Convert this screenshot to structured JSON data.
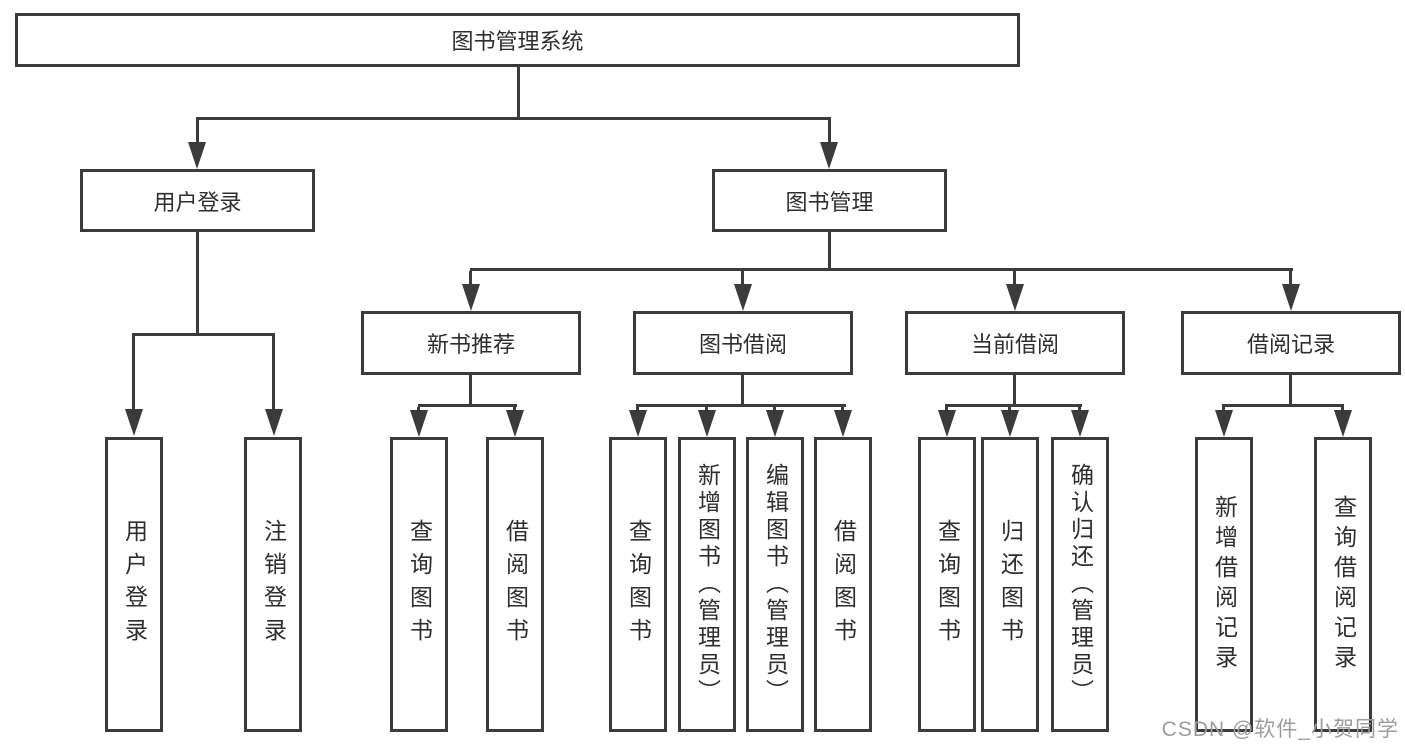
{
  "colors": {
    "line": "#3b3b3b",
    "text": "#2e2e2e",
    "watermark": "#9c9c9c",
    "background": "#ffffff"
  },
  "watermark": "CSDN @软件_小贺同学",
  "tree": {
    "root": "图书管理系统",
    "branches": [
      {
        "label": "用户登录",
        "children": [
          "用户登录",
          "注销登录"
        ]
      },
      {
        "label": "图书管理",
        "groups": [
          {
            "label": "新书推荐",
            "children": [
              "查询图书",
              "借阅图书"
            ]
          },
          {
            "label": "图书借阅",
            "children": [
              "查询图书",
              "新增图书（管理员）",
              "编辑图书（管理员）",
              "借阅图书"
            ]
          },
          {
            "label": "当前借阅",
            "children": [
              "查询图书",
              "归还图书",
              "确认归还（管理员）"
            ]
          },
          {
            "label": "借阅记录",
            "children": [
              "新增借阅记录",
              "查询借阅记录"
            ]
          }
        ]
      }
    ]
  }
}
